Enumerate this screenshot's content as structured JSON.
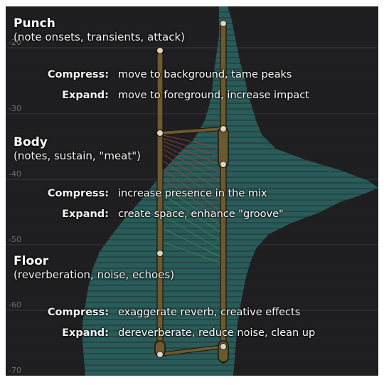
{
  "ticks": [
    "-20",
    "-30",
    "-40",
    "-50",
    "-60",
    "-70"
  ],
  "sections": [
    {
      "title": "Punch",
      "subtitle": "(note onsets, transients, attack)",
      "compress_label": "Compress:",
      "compress_text": "move to background, tame peaks",
      "expand_label": "Expand:",
      "expand_text": "move to foreground, increase impact"
    },
    {
      "title": "Body",
      "subtitle": "(notes, sustain, \"meat\")",
      "compress_label": "Compress:",
      "compress_text": "increase presence in the mix",
      "expand_label": "Expand:",
      "expand_text": "create space, enhance \"groove\""
    },
    {
      "title": "Floor",
      "subtitle": "(reverberation, noise, echoes)",
      "compress_label": "Compress:",
      "compress_text": "exaggerate reverb, creative effects",
      "expand_label": "Expand:",
      "expand_text": "dereverberate, reduce noise, clean up"
    }
  ],
  "colors": {
    "background": "#1f1f21",
    "histogram": "#2c6b68",
    "rail": "#6b5a2f",
    "rail_outline": "#1a1408",
    "link_red": "#a3433f",
    "link_green": "#3f8a4a"
  }
}
